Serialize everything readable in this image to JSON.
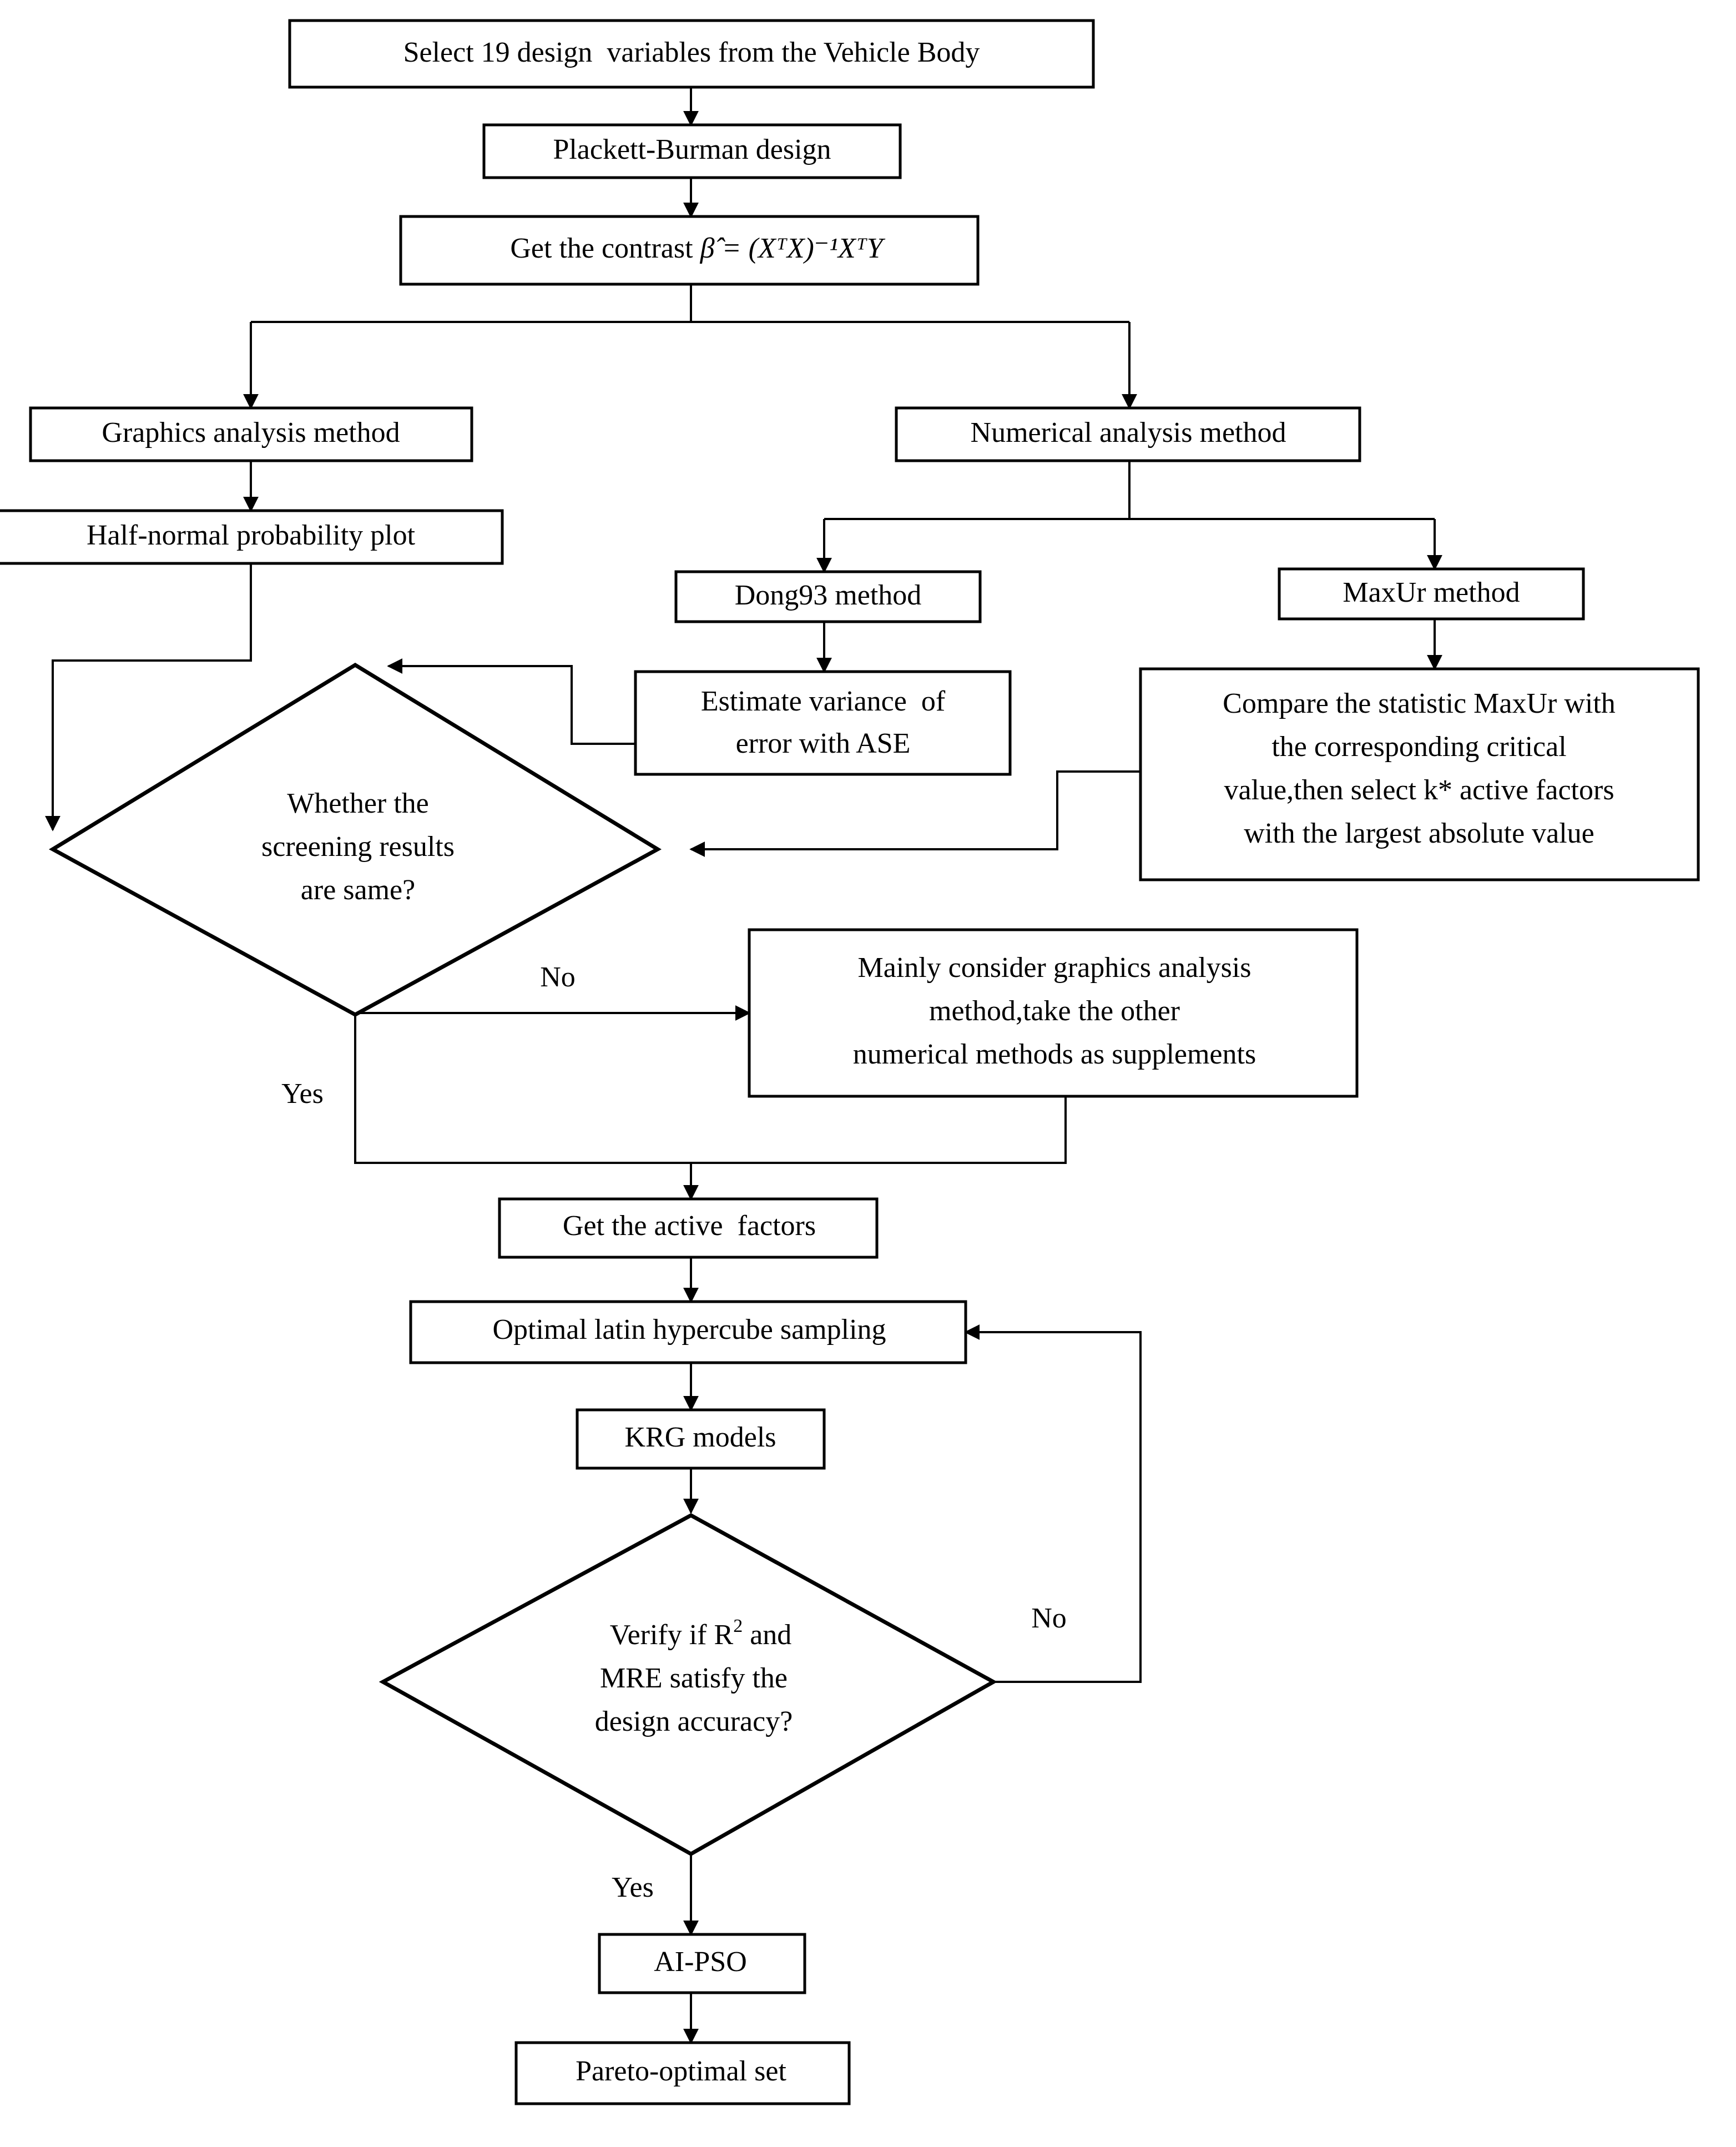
{
  "diagram": {
    "title": "Vehicle body design variable screening and multi-objective optimization flowchart",
    "nodes": {
      "select_variables": {
        "label": "Select 19 design  variables from the Vehicle Body",
        "shape": "rect"
      },
      "plackett_burman": {
        "label": "Plackett-Burman design",
        "shape": "rect"
      },
      "get_contrast": {
        "label_prefix": "Get the contrast ",
        "formula": "β̂ = (XᵀX)⁻¹XᵀY",
        "shape": "rect"
      },
      "graphics_analysis": {
        "label": "Graphics analysis method",
        "shape": "rect"
      },
      "numerical_analysis": {
        "label": "Numerical analysis method",
        "shape": "rect"
      },
      "half_normal_plot": {
        "label": "Half-normal probability plot",
        "shape": "rect"
      },
      "dong93": {
        "label": "Dong93 method",
        "shape": "rect"
      },
      "maxur": {
        "label": "MaxUr method",
        "shape": "rect"
      },
      "estimate_variance": {
        "line1": "Estimate variance  of",
        "line2": "error with ASE",
        "shape": "rect"
      },
      "compare_maxur": {
        "line1": "Compare the statistic MaxUr with",
        "line2": "the corresponding critical",
        "line3": "value,then select k* active factors",
        "line4": "with the largest absolute value",
        "shape": "rect"
      },
      "screening_decision": {
        "line1": "Whether the",
        "line2": "screening results",
        "line3": "are same?",
        "shape": "diamond"
      },
      "mainly_graphics": {
        "line1": "Mainly consider graphics analysis",
        "line2": "method,take the other",
        "line3": "numerical methods as supplements",
        "shape": "rect"
      },
      "active_factors": {
        "label": "Get the active  factors",
        "shape": "rect"
      },
      "latin_hypercube": {
        "label": "Optimal latin hypercube sampling",
        "shape": "rect"
      },
      "krg_models": {
        "label": "KRG models",
        "shape": "rect"
      },
      "verify_decision": {
        "line1_a": "Verify if R",
        "line1_sup": "2",
        "line1_b": " and",
        "line2": "MRE satisfy the",
        "line3": "design accuracy?",
        "shape": "diamond"
      },
      "ai_pso": {
        "label": "AI-PSO",
        "shape": "rect"
      },
      "pareto": {
        "label": "Pareto-optimal set",
        "shape": "rect"
      }
    },
    "edge_labels": {
      "screening_no": "No",
      "screening_yes": "Yes",
      "verify_no": "No",
      "verify_yes": "Yes"
    },
    "colors": {
      "stroke": "#000000",
      "fill": "#ffffff",
      "text": "#000000"
    }
  }
}
